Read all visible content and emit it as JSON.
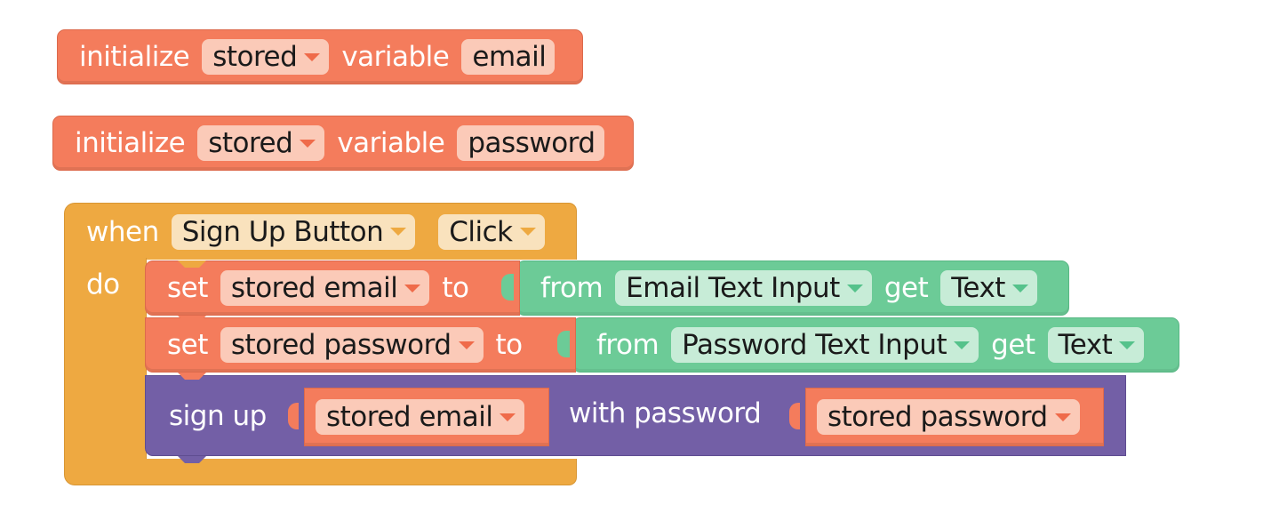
{
  "blocks": {
    "init_email": {
      "initialize_label": "initialize",
      "scope_value": "stored",
      "variable_label": "variable",
      "name": "email"
    },
    "init_password": {
      "initialize_label": "initialize",
      "scope_value": "stored",
      "variable_label": "variable",
      "name": "password"
    },
    "event": {
      "when_label": "when",
      "component_value": "Sign Up Button",
      "event_value": "Click",
      "do_label": "do"
    },
    "set_email": {
      "set_label": "set",
      "variable_value": "stored email",
      "to_label": "to",
      "from_label": "from",
      "component_value": "Email Text Input",
      "get_label": "get",
      "property_value": "Text"
    },
    "set_password": {
      "set_label": "set",
      "variable_value": "stored password",
      "to_label": "to",
      "from_label": "from",
      "component_value": "Password Text Input",
      "get_label": "get",
      "property_value": "Text"
    },
    "sign_up": {
      "sign_up_label": "sign up",
      "email_arg_value": "stored email",
      "with_password_label": "with password",
      "password_arg_value": "stored password"
    }
  },
  "colors": {
    "variable_block": "#f47c5c",
    "component_block": "#6ccb97",
    "procedure_block": "#735fa6",
    "event_block": "#eea941"
  }
}
